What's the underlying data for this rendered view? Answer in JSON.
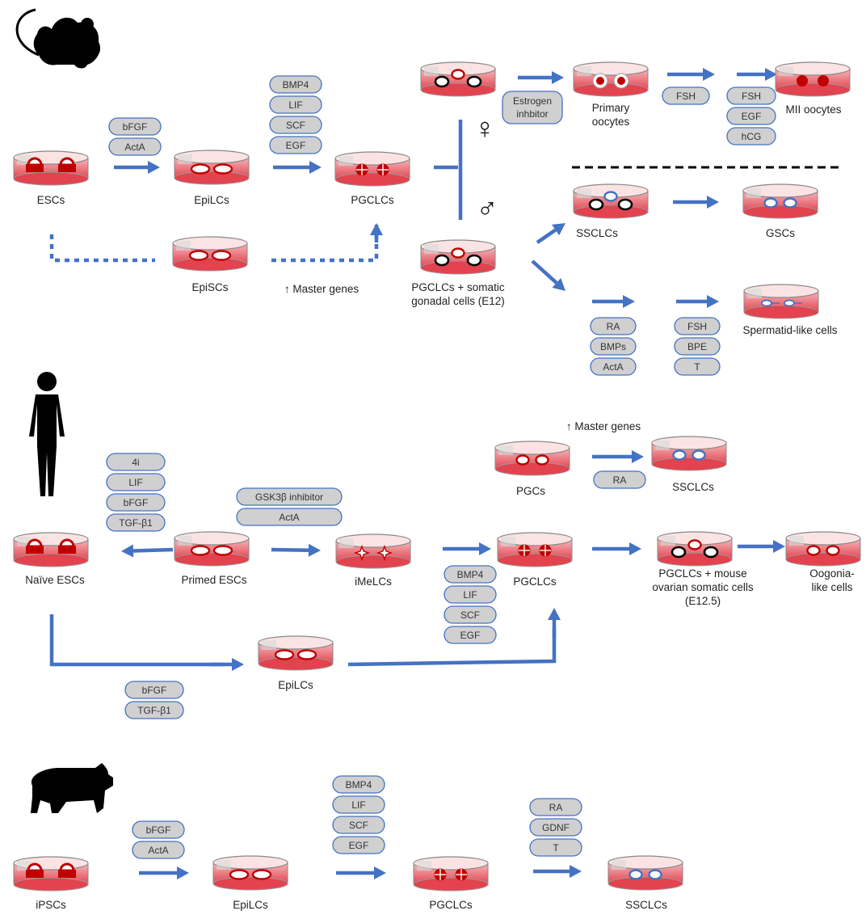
{
  "colors": {
    "arrow": "#4472c4",
    "pill_fill": "#d0d0d0",
    "pill_stroke": "#4472c4",
    "dish_red": "#e84f59",
    "cell_red": "#c00000",
    "cell_blue": "#4472c4",
    "silhouette": "#000000"
  },
  "symbols": {
    "female": "♀",
    "male": "♂"
  },
  "mouse": {
    "icon": "mouse-silhouette-icon",
    "dish_labels": {
      "escs": "ESCs",
      "epilcs": "EpiLCs",
      "pgclcs": "PGCLCs",
      "epiSCs": "EpiSCs",
      "pgclcs_somatic": [
        "PGCLCs + somatic",
        "gonadal cells (E12)"
      ],
      "primary_oocytes": [
        "Primary",
        "oocytes"
      ],
      "mii_oocytes": "MII oocytes",
      "sscLCs": "SSCLCs",
      "gscs": "GSCs",
      "spermatid": "Spermatid-like cells"
    },
    "factors_esc_to_epi": [
      "bFGF",
      "ActA"
    ],
    "factors_epi_to_pgc": [
      "BMP4",
      "LIF",
      "SCF",
      "EGF"
    ],
    "estrogen_inhibitor": [
      "Estrogen",
      "inhbitor"
    ],
    "factors_oocyte_1": [
      "FSH"
    ],
    "factors_oocyte_2": [
      "FSH",
      "EGF",
      "hCG"
    ],
    "factors_sperm_1": [
      "RA",
      "BMPs",
      "ActA"
    ],
    "factors_sperm_2": [
      "FSH",
      "BPE",
      "T"
    ],
    "master_genes": "↑ Master genes"
  },
  "human": {
    "icon": "human-silhouette-icon",
    "dish_labels": {
      "naive": "Naïve ESCs",
      "primed": "Primed ESCs",
      "imelcs": "iMeLCs",
      "pgclcs": "PGCLCs",
      "pgclcs_mouse": [
        "PGCLCs + mouse",
        "ovarian somatic cells",
        "(E12.5)"
      ],
      "oogonia": [
        "Oogonia-",
        "like cells"
      ],
      "pgcs": "PGCs",
      "sscLCs": "SSCLCs",
      "epilcs": "EpiLCs"
    },
    "factors_naive": [
      "4i",
      "LIF",
      "bFGF",
      "TGF-β1"
    ],
    "factors_imelc": [
      "GSK3β inhibitor",
      "ActA"
    ],
    "factors_pgclc": [
      "BMP4",
      "LIF",
      "SCF",
      "EGF"
    ],
    "factors_pgc_ssc": [
      "RA"
    ],
    "factors_epi": [
      "bFGF",
      "TGF-β1"
    ],
    "master_genes": "↑ Master genes"
  },
  "pig": {
    "icon": "pig-silhouette-icon",
    "dish_labels": {
      "ipscs": "iPSCs",
      "epilcs": "EpiLCs",
      "pgclcs": "PGCLCs",
      "sscLCs": "SSCLCs"
    },
    "factors_1": [
      "bFGF",
      "ActA"
    ],
    "factors_2": [
      "BMP4",
      "LIF",
      "SCF",
      "EGF"
    ],
    "factors_3": [
      "RA",
      "GDNF",
      "T"
    ]
  }
}
